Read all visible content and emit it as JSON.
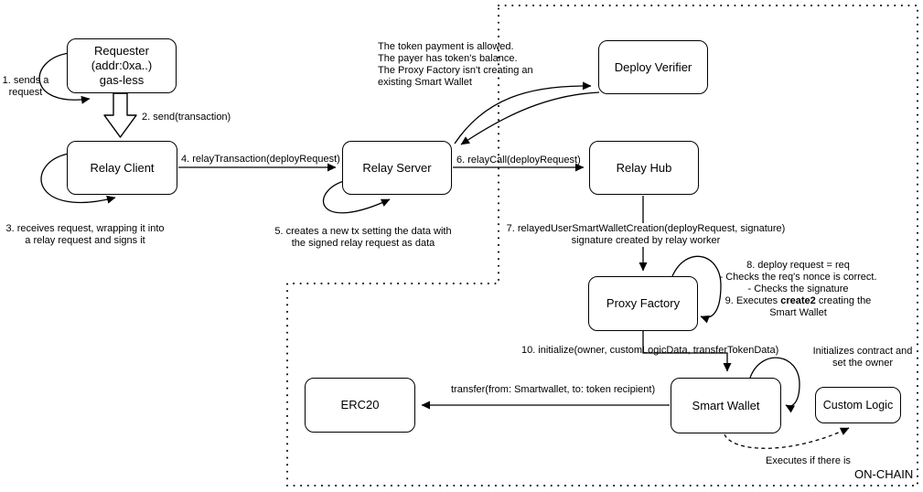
{
  "colors": {
    "stroke": "#000000",
    "node_fill": "#ffffff",
    "text": "#000000"
  },
  "nodes": {
    "requester": {
      "name": "Requester",
      "addr": "(addr:0xa..)",
      "gas": "gas-less"
    },
    "relay_client": {
      "label": "Relay Client"
    },
    "relay_server": {
      "label": "Relay Server"
    },
    "deploy_verifier": {
      "label": "Deploy Verifier"
    },
    "relay_hub": {
      "label": "Relay Hub"
    },
    "proxy_factory": {
      "label": "Proxy Factory"
    },
    "smart_wallet": {
      "label": "Smart Wallet"
    },
    "erc20": {
      "label": "ERC20"
    },
    "custom_logic": {
      "label": "Custom Logic"
    }
  },
  "labels": {
    "step1": "1. sends a\nrequest",
    "step2": "2. send(transaction)",
    "step3": "3. receives request, wrapping it into\na relay request and signs it",
    "step4": "4. relayTransaction(deployRequest)",
    "step5": "5. creates a new tx setting the data with\nthe signed relay request as data",
    "step6": "6. relayCall(deployRequest)",
    "step7": "7. relayedUserSmartWalletCreation(deployRequest, signature)\nsignature created by relay worker",
    "step8_line1": "8. deploy request = req",
    "step8_line2": "- Checks the req's nonce is correct.",
    "step8_line3": "- Checks the signature",
    "step9_pre": "9. Executes ",
    "step9_bold": "create2",
    "step9_post": " creating the",
    "step9_line2": "Smart Wallet",
    "step10": "10. initialize(owner, customLogicData, transferTokenData)",
    "transfer": "transfer(from: Smartwallet, to: token recipient)",
    "verifier_note": "The token payment is allowed.\nThe payer has token's balance.\nThe Proxy Factory isn't creating an\nexisting Smart Wallet",
    "init_note": "Initializes contract and\nset the owner",
    "executes_note": "Executes if there is",
    "onchain": "ON-CHAIN"
  }
}
